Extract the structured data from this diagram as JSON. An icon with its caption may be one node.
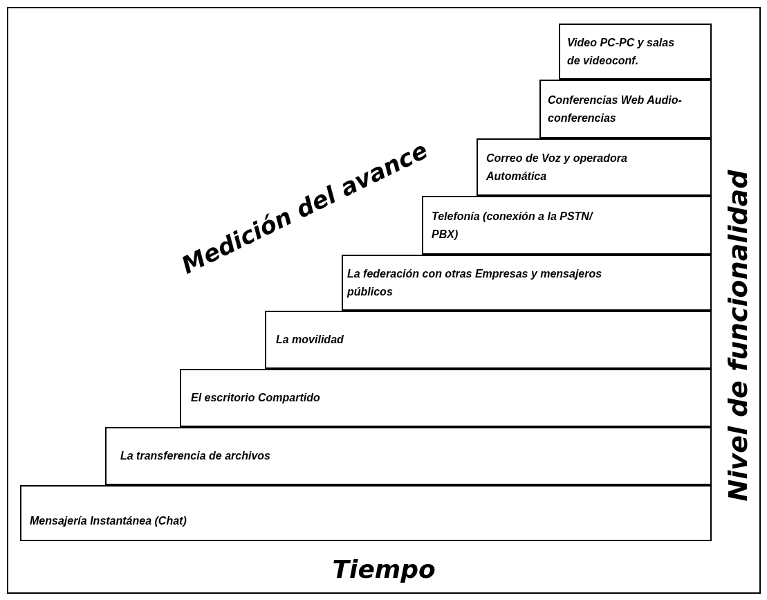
{
  "diagram": {
    "nodes": [
      {
        "text": [
          "Mensajería Instantánea (Chat)"
        ]
      },
      {
        "text": [
          "La transferencia de archivos"
        ]
      },
      {
        "text": [
          "El escritorio Compartido"
        ]
      },
      {
        "text": [
          "La movilidad"
        ]
      },
      {
        "text": [
          "La federación con otras Empresas y mensajeros públicos"
        ]
      },
      {
        "text": [
          "Telefonía (conexión a la PSTN/ PBX)"
        ]
      },
      {
        "text": [
          "Correo de Voz y operadora Automática"
        ]
      },
      {
        "text": [
          "Conferencias Web Audio-conferencias"
        ]
      },
      {
        "text": [
          "Video PC-PC y salas de videoconf."
        ]
      }
    ],
    "edges": [],
    "labels": [
      "Medición del avance",
      "Nivel de funcionalidad",
      "Tiempo"
    ]
  }
}
